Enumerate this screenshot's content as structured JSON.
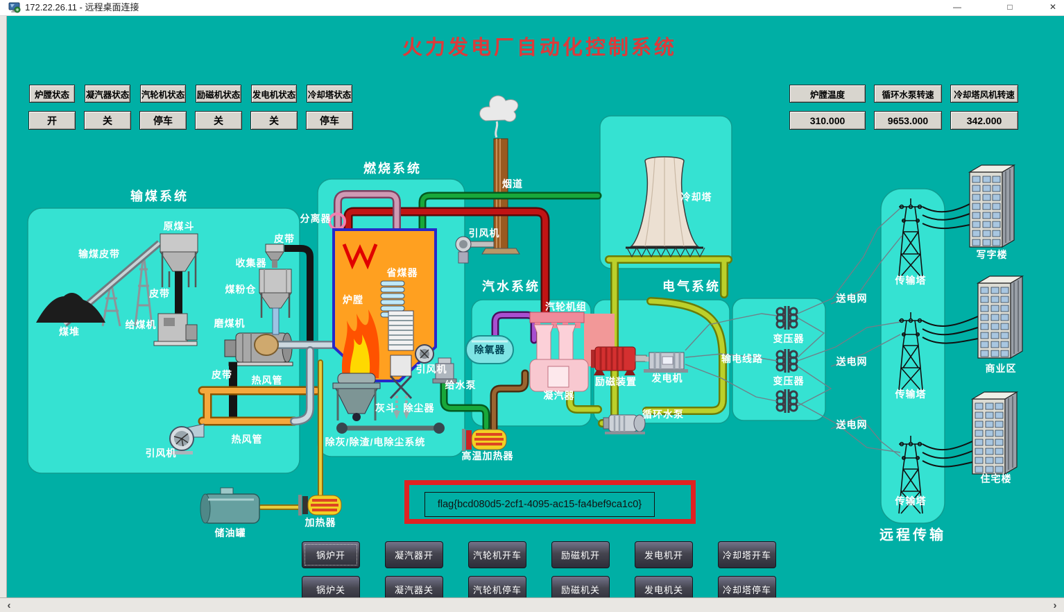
{
  "window": {
    "title": "172.22.26.11 - 远程桌面连接",
    "controls": {
      "minimize": "—",
      "maximize": "□",
      "close": "✕"
    }
  },
  "header": {
    "title": "火力发电厂自动化控制系统"
  },
  "status_panel": {
    "items": [
      {
        "label": "炉膛状态",
        "value": "开"
      },
      {
        "label": "凝汽器状态",
        "value": "关"
      },
      {
        "label": "汽轮机状态",
        "value": "停车"
      },
      {
        "label": "励磁机状态",
        "value": "关"
      },
      {
        "label": "发电机状态",
        "value": "关"
      },
      {
        "label": "冷却塔状态",
        "value": "停车"
      }
    ]
  },
  "metrics_panel": {
    "items": [
      {
        "label": "炉膛温度",
        "value": "310.000"
      },
      {
        "label": "循环水泵转速",
        "value": "9653.000"
      },
      {
        "label": "冷却塔风机转速",
        "value": "342.000"
      }
    ]
  },
  "coal": {
    "title": "输煤系统",
    "belt_main": "输煤皮带",
    "hopper": "原煤斗",
    "belt_top": "皮带",
    "collector": "收集器",
    "silo": "煤粉仓",
    "pile": "煤堆",
    "feeder": "给煤机",
    "mill": "磨煤机",
    "belt_mid": "皮带",
    "hot_air_1": "热风管",
    "hot_air_2": "热风管",
    "fan": "引风机"
  },
  "combustion": {
    "title": "燃烧系统",
    "separator": "分离器",
    "economizer": "省煤器",
    "furnace": "炉膛",
    "fan_inner": "引风机",
    "ash_hopper": "灰斗",
    "dust_collector": "除尘器",
    "ash_system": "除灰/除渣/电除尘系统",
    "flue": "烟道",
    "flue_fan": "引风机",
    "feed_pump": "给水泵",
    "ht_heater": "高温加热器"
  },
  "steam": {
    "title": "汽水系统",
    "turbine": "汽轮机组",
    "deaerator": "除氧器",
    "condenser": "凝汽器"
  },
  "electrical": {
    "title": "电气系统",
    "exciter": "励磁装置",
    "generator": "发电机",
    "circ_pump": "循环水泵",
    "line": "输电线路",
    "transformer_1": "变压器",
    "transformer_2": "变压器",
    "cooling_tower": "冷却塔"
  },
  "remote": {
    "title": "远程传输",
    "grid_1": "送电网",
    "grid_2": "送电网",
    "grid_3": "送电网",
    "tower_1": "传输塔",
    "tower_2": "传输塔",
    "tower_3": "传输塔",
    "office": "写字楼",
    "commercial": "商业区",
    "residential": "住宅楼"
  },
  "oil": {
    "tank": "储油罐",
    "heater": "加热器"
  },
  "flag": {
    "text": "flag{bcd080d5-2cf1-4095-ac15-fa4bef9ca1c0}"
  },
  "controls_panel": {
    "start": [
      "锅炉开",
      "凝汽器开",
      "汽轮机开车",
      "励磁机开",
      "发电机开",
      "冷却塔开车"
    ],
    "stop": [
      "锅炉关",
      "凝汽器关",
      "汽轮机停车",
      "励磁机关",
      "发电机关",
      "冷却塔停车"
    ]
  },
  "scrollbar": {
    "left": "‹",
    "right": "›"
  },
  "colors": {
    "background": "#00AFA5",
    "panel": "#35E2D2",
    "title_red": "#DD3A3A",
    "flag_border": "#E02222",
    "indicator_face": "#D8D5CE",
    "dark_button": "#3A3A48"
  }
}
